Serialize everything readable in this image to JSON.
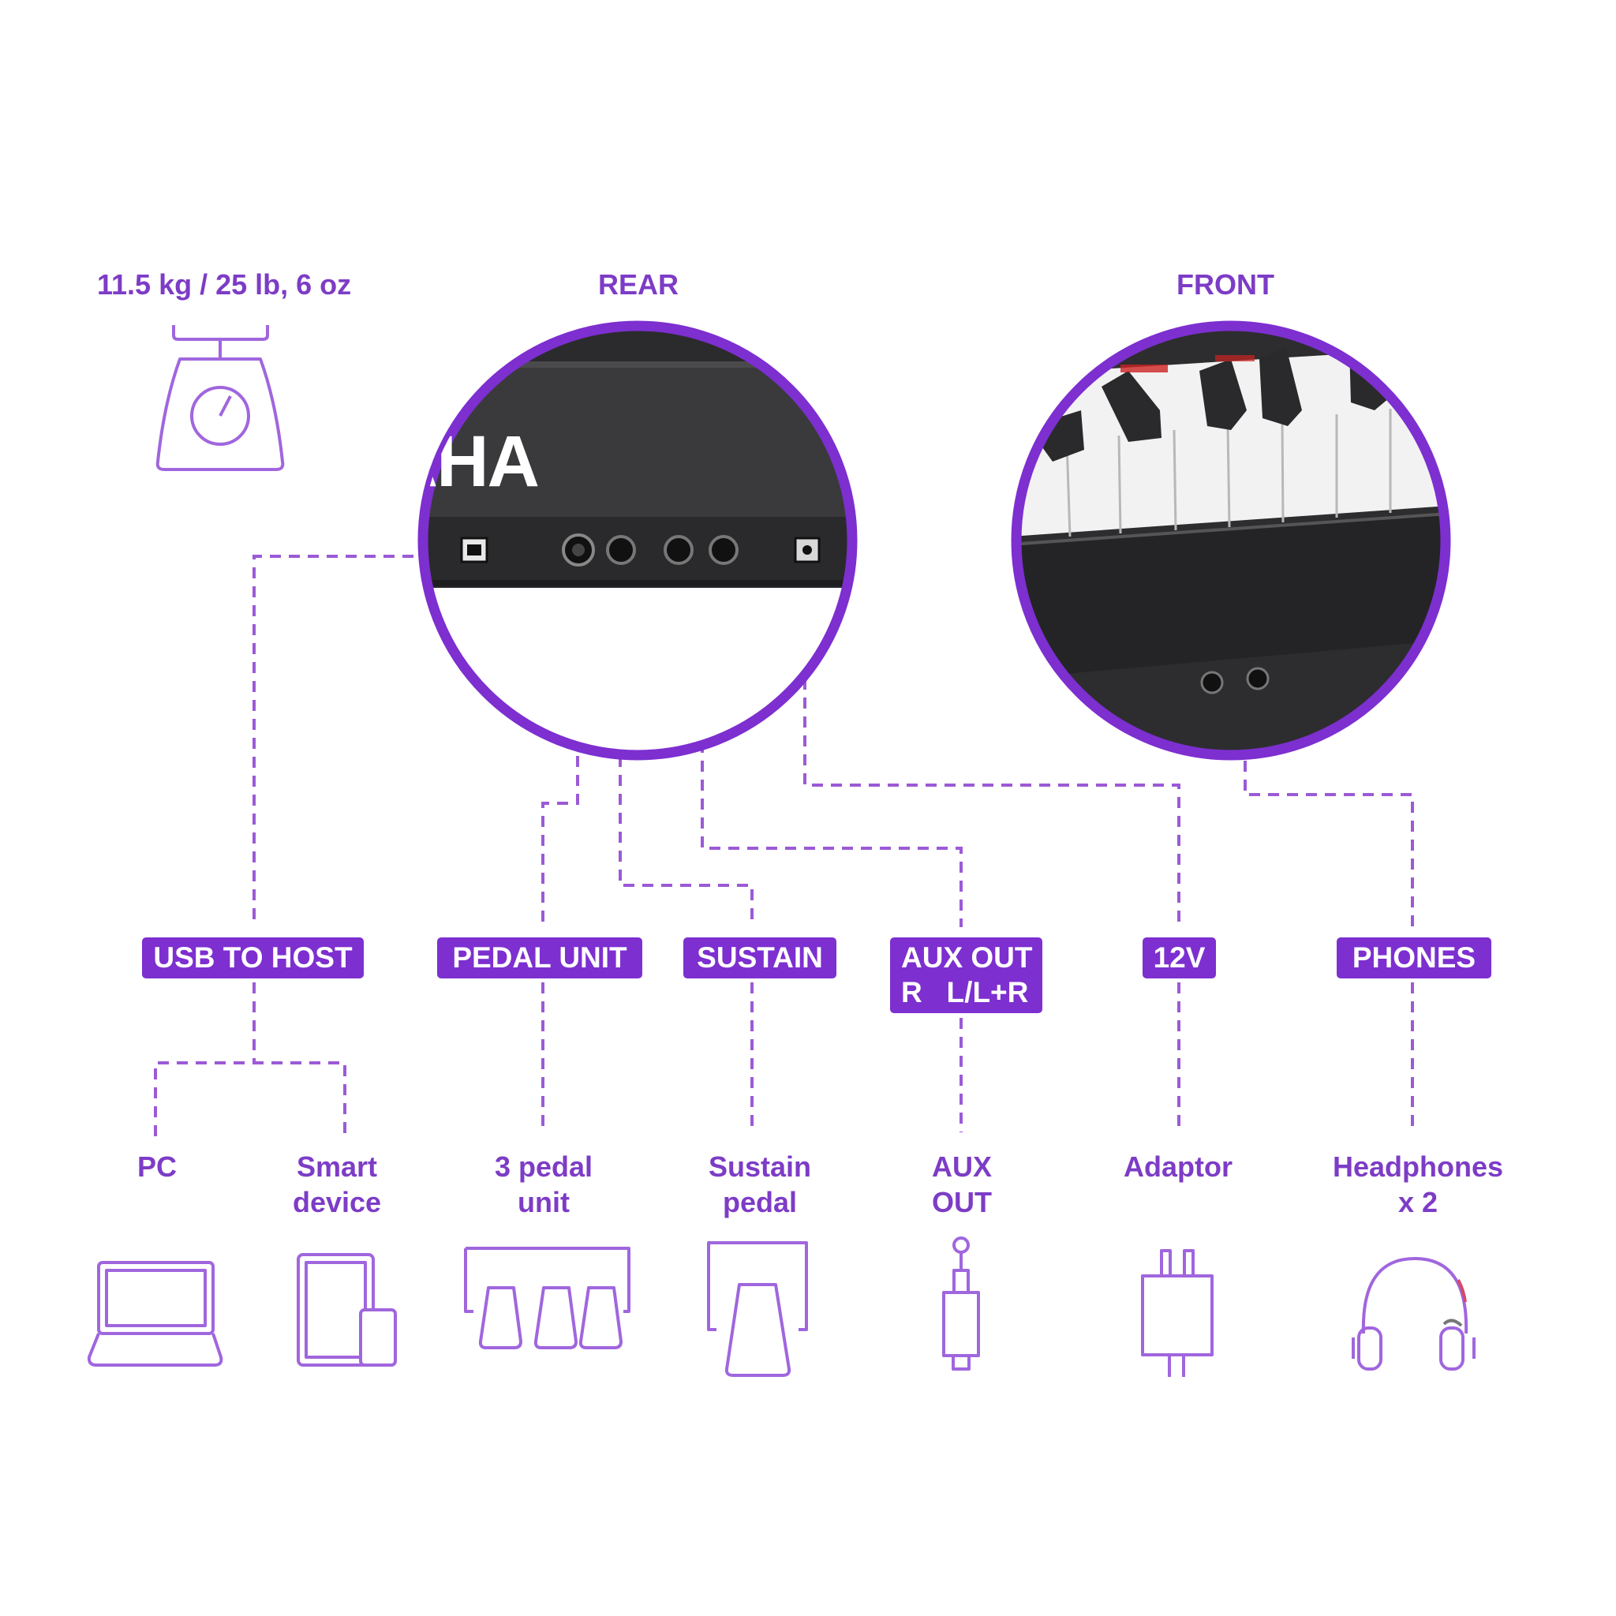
{
  "header": {
    "weight": "11.5 kg / 25 lb, 6 oz",
    "rear": "REAR",
    "front": "FRONT"
  },
  "photo_text": {
    "brand_fragment": "AHA"
  },
  "ports": {
    "usb": "USB TO HOST",
    "pedal": "PEDAL UNIT",
    "sustain": "SUSTAIN",
    "aux_line1": "AUX OUT",
    "aux_line2": "R   L/L+R",
    "power": "12V",
    "phones": "PHONES"
  },
  "devices": {
    "pc": "PC",
    "smart_line1": "Smart",
    "smart_line2": "device",
    "pedal3_line1": "3 pedal",
    "pedal3_line2": "unit",
    "sustain_line1": "Sustain",
    "sustain_line2": "pedal",
    "aux_line1": "AUX",
    "aux_line2": "OUT",
    "adaptor": "Adaptor",
    "headphones_line1": "Headphones",
    "headphones_line2": "x 2"
  },
  "colors": {
    "accent": "#7d2fd0",
    "text": "#7d3cc6",
    "dash": "#9b5ad6",
    "icon": "#a066de"
  }
}
